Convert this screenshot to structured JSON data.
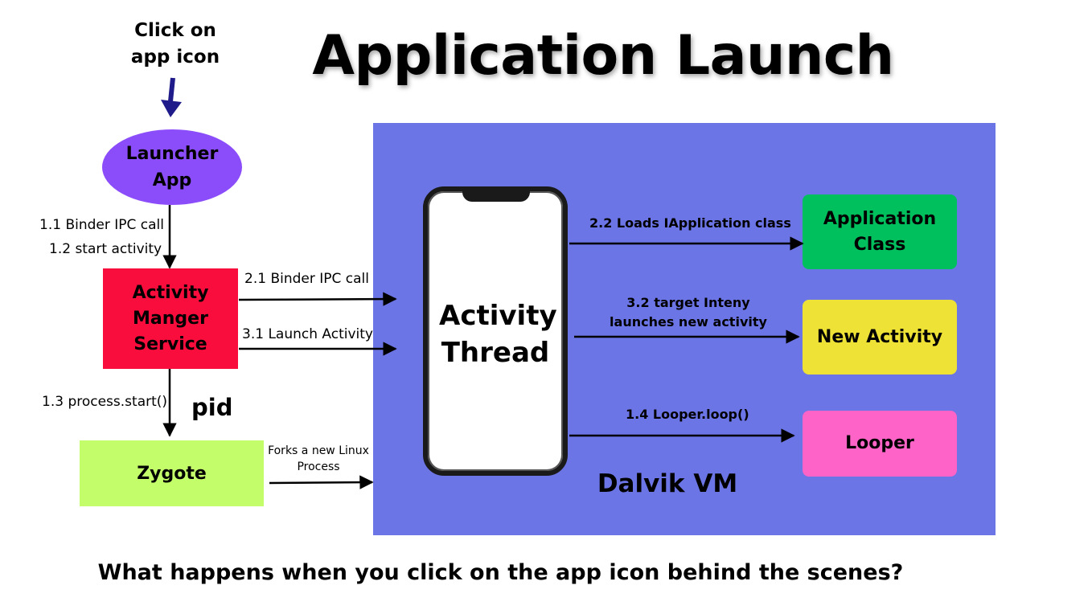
{
  "title": "Application Launch",
  "start_label": "Click on app icon",
  "nodes": {
    "launcher": "Launcher App",
    "activity_manager": "Activity Manger Service",
    "zygote": "Zygote",
    "activity_thread": "Activity Thread",
    "application_class": "Application Class",
    "new_activity": "New Activity",
    "looper": "Looper",
    "dalvik_vm": "Dalvik VM"
  },
  "edges": {
    "binder_call_1": "1.1 Binder IPC call",
    "start_activity": "1.2 start activity",
    "process_start": "1.3 process.start()",
    "pid": "pid",
    "binder_call_2": "2.1 Binder IPC call",
    "launch_activity": "3.1 Launch Activity",
    "forks_process": "Forks a new Linux Process",
    "loads_app_class": "2.2 Loads IApplication class",
    "target_intent": "3.2 target  Inteny launches new activity",
    "looper_loop": "1.4 Looper.loop()"
  },
  "subtitle": "What happens when you click on the app icon behind the scenes?",
  "colors": {
    "vm_background": "#6c75e6",
    "launcher": "#8b4dfa",
    "activity_manager": "#f90d3c",
    "zygote": "#c4fd6a",
    "application_class": "#00c05e",
    "new_activity": "#efe236",
    "looper": "#fe63c7",
    "start_arrow": "#1f1b8a"
  }
}
